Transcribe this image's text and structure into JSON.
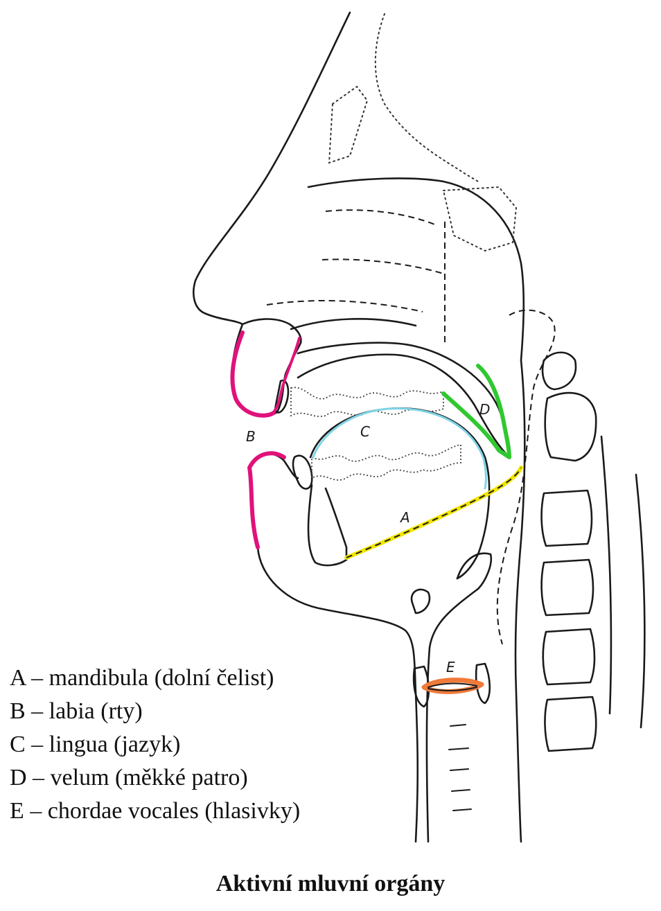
{
  "diagram": {
    "markers": {
      "A": "A",
      "B": "B",
      "C": "C",
      "D": "D",
      "E": "E"
    },
    "highlight_colors": {
      "A": "#f2e600",
      "B": "#e0127a",
      "C": "#7fd4e6",
      "D": "#2fc82f",
      "E": "#f07a3a"
    }
  },
  "legend": [
    "A – mandibula (dolní čelist)",
    "B – labia (rty)",
    "C – lingua (jazyk)",
    "D – velum (měkké patro)",
    "E – chordae vocales (hlasivky)"
  ],
  "caption": "Aktivní mluvní orgány"
}
